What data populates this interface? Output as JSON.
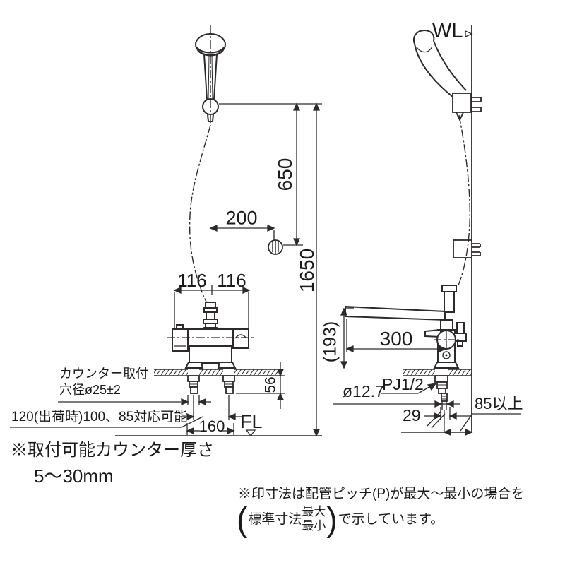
{
  "colors": {
    "line": "#2e2a2b",
    "text": "#1a1a1a",
    "background": "#ffffff"
  },
  "labels": {
    "wall_line": "WL",
    "floor_line": "FL"
  },
  "front_view": {
    "dim_hose_drop": "650",
    "dim_total_height": "1650",
    "dim_spray_offset": "200",
    "dim_left_center": "116",
    "dim_right_center": "116",
    "dim_under_counter": "56",
    "dim_hole_span": "160",
    "label_counter_mount_line1": "カウンター取付",
    "label_counter_mount_line2": "穴径ø25±2",
    "label_pipe_pitch": "120(出荷時)100、85対応可能"
  },
  "side_view": {
    "dim_spout_reach": "300",
    "dim_spout_height": "(193)",
    "dim_pipe_diameter": "ø12.7",
    "dim_thread": "PJ1/2",
    "dim_pipe_offset": "29",
    "dim_wall_clearance": "85以上"
  },
  "notes": {
    "counter_thickness_line1": "※取付可能カウンター厚さ",
    "counter_thickness_line2": "5〜30mm",
    "piping_line1": "※印寸法は配管ピッチ(P)が最大〜最小の場合を",
    "piping_open_paren": "(",
    "piping_prefix": "標準寸法",
    "piping_max": "最大",
    "piping_min": "最小",
    "piping_close_paren": ")",
    "piping_suffix": "で示しています。"
  }
}
